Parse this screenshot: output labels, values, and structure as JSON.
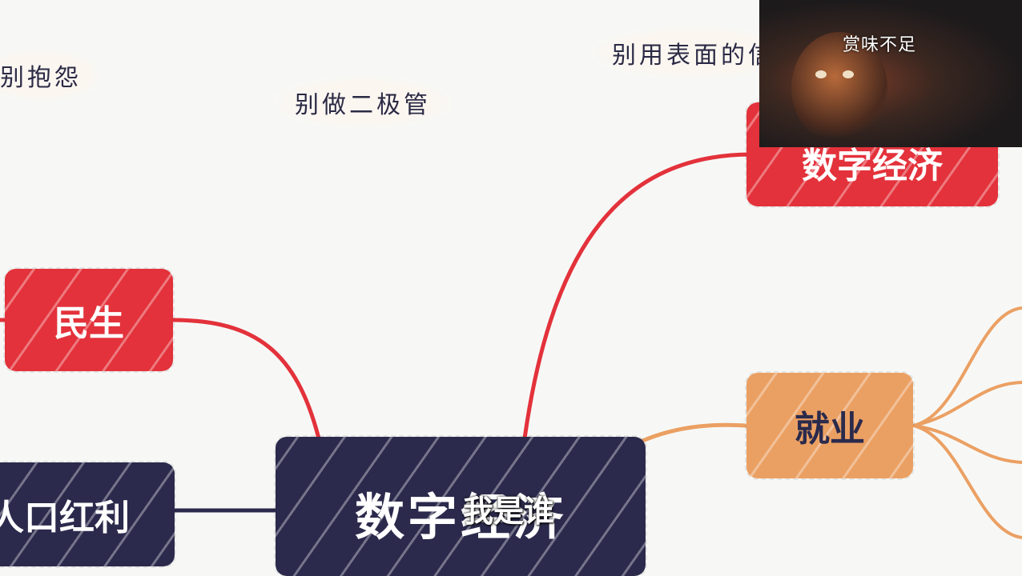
{
  "notes": {
    "complain": "别抱怨",
    "no_binary": "别做二极管",
    "surface": "别用表面的信"
  },
  "nodes": {
    "center": "数字经济",
    "top_right": "数字经济",
    "livelihood": "民生",
    "employment": "就业",
    "dividend": "人口红利"
  },
  "overlay": {
    "webcam_caption": "赏味不足",
    "subtitle": "我是谁"
  },
  "colors": {
    "red": "#e3323b",
    "navy": "#2b2a4c",
    "orange": "#eba063",
    "background": "#f7f8f6"
  }
}
